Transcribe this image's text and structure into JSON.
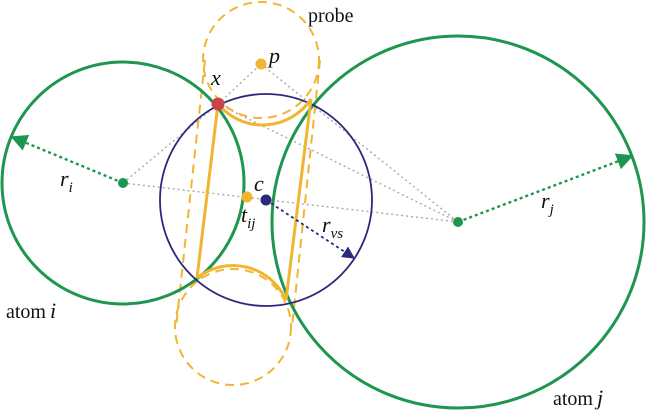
{
  "diagram": {
    "labels": {
      "probe": "probe",
      "p": "p",
      "x": "x",
      "c": "c",
      "ri_main": "r",
      "ri_sub": "i",
      "rj_main": "r",
      "rj_sub": "j",
      "tij_main": "t",
      "tij_sub": "ij",
      "rvs_main": "r",
      "rvs_sub": "vs",
      "atom_i_word": "atom",
      "atom_i_letter": "i",
      "atom_j_word": "atom",
      "atom_j_letter": "j"
    },
    "colors": {
      "atom_circle": "#1e9650",
      "probe": "#f2b531",
      "probe_dashed": "#f2b531",
      "vs_circle": "#2b2a7a",
      "vs_arrow": "#2b2a7a",
      "intersection_point": "#c9434a",
      "guide_line": "#a8a8a8"
    }
  }
}
